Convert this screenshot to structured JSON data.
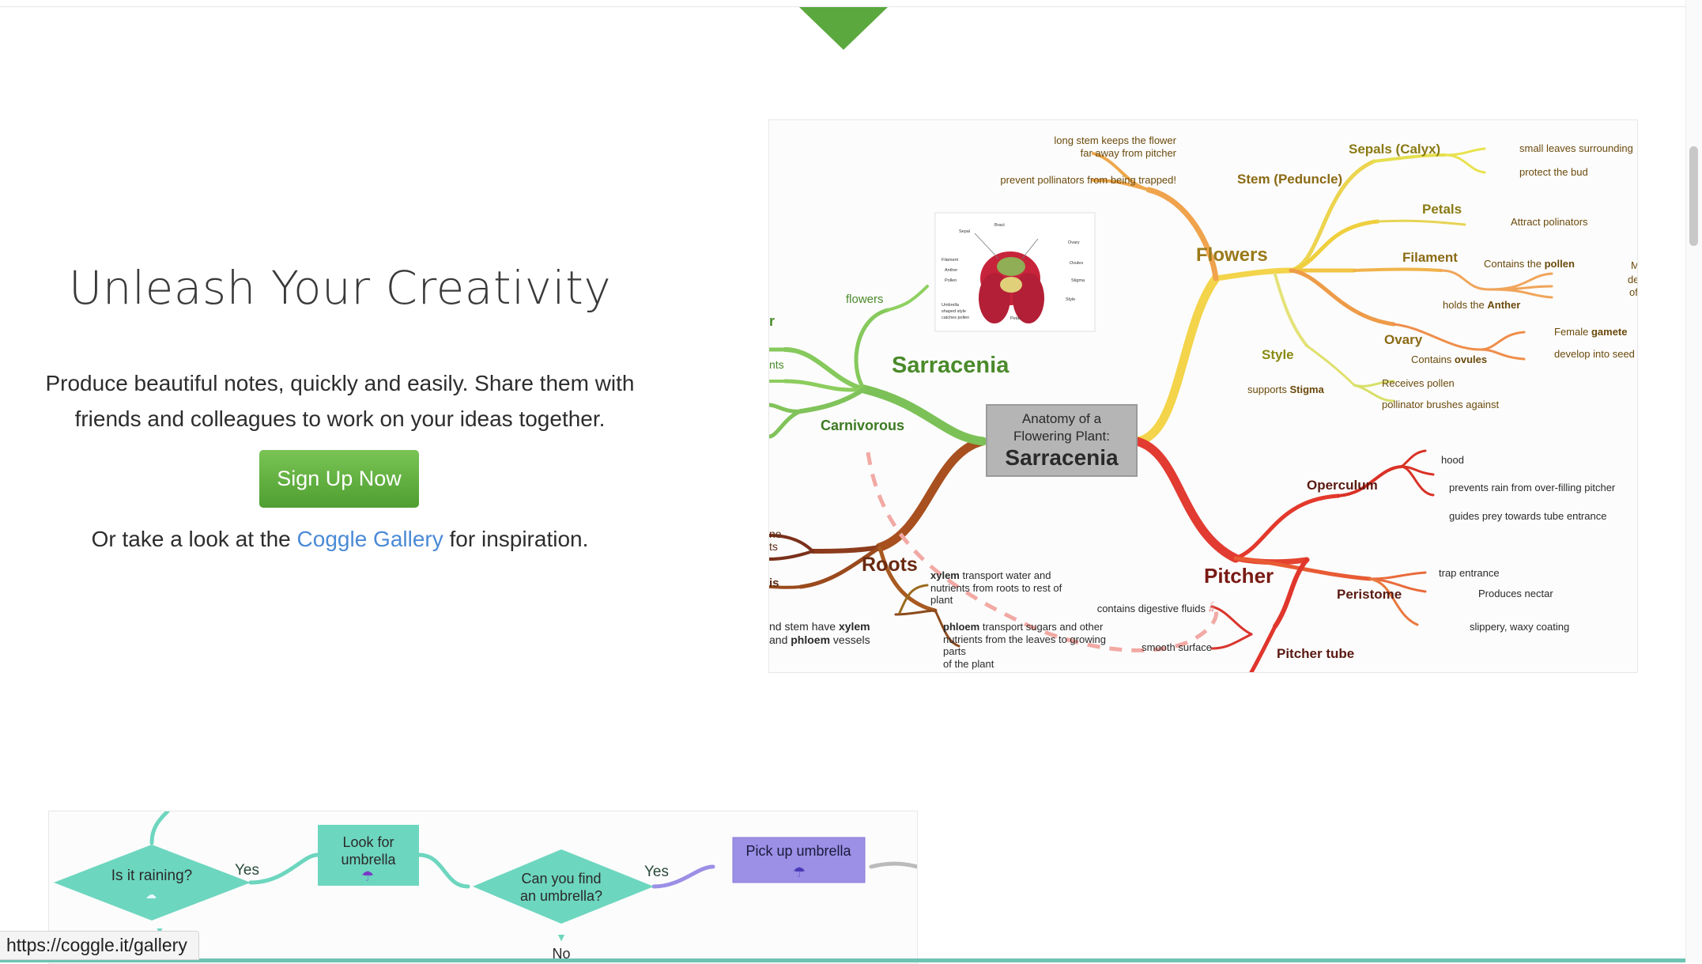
{
  "hero": {
    "title": "Unleash Your Creativity",
    "subtitle_line1": "Produce beautiful notes, quickly and easily. Share them with",
    "subtitle_line2": "friends and colleagues to work on your ideas together.",
    "signup_label": "Sign Up Now",
    "gallery_prefix": "Or take a look at the ",
    "gallery_link": "Coggle Gallery",
    "gallery_suffix": " for inspiration."
  },
  "mindmap": {
    "center": {
      "line1": "Anatomy of a",
      "line2": "Flowering Plant:",
      "title": "Sarracenia"
    },
    "flowers": {
      "label": "Flowers",
      "stem": "Stem (Peduncle)",
      "stem_note1a": "long stem keeps the flower",
      "stem_note1b": "far away from pitcher",
      "stem_note2": "prevent pollinators from being trapped!",
      "sepals": "Sepals (Calyx)",
      "sepals_note1": "small leaves surrounding",
      "sepals_note2": "protect the bud",
      "petals": "Petals",
      "petals_note": "Attract polinators",
      "filament": "Filament",
      "filament_note": "Contains the ",
      "filament_note_bold": "pollen",
      "anther_note": "holds the ",
      "anther_bold": "Anther",
      "frag1": "M",
      "frag2": "de",
      "frag3": "of",
      "ovary": "Ovary",
      "ovary_note": "Contains ",
      "ovary_bold": "ovules",
      "ovary_gamete": "Female ",
      "ovary_gamete_bold": "gamete",
      "ovary_seed": "develop into seed",
      "style": "Style",
      "style_note": "supports ",
      "style_bold": "Stigma",
      "stigma_note1": "Receives pollen",
      "stigma_note2": "pollinator brushes against"
    },
    "sarracenia": {
      "label": "Sarracenia",
      "flowers_note": "flowers",
      "carnivorous": "Carnivorous",
      "frag_r": "r",
      "frag_nts": "nts"
    },
    "roots": {
      "label": "Roots",
      "xylem_bold": "xylem",
      "xylem_rest1": " transport water and",
      "xylem_rest2": "nutrients from roots to rest of",
      "xylem_rest3": "plant",
      "phloem_bold": "phloem",
      "phloem_rest1": " transport sugars and other",
      "phloem_rest2": "nutrients from the leaves to growing",
      "phloem_rest3": "parts",
      "phloem_rest4": "of the plant",
      "stem_a": "nd stem have ",
      "stem_xylem": "xylem",
      "stem_b": "and ",
      "stem_phloem": "phloem",
      "stem_c": " vessels",
      "frag_ne": "ne",
      "frag_ts": "ts",
      "frag_is": "is"
    },
    "pitcher": {
      "label": "Pitcher",
      "operculum": "Operculum",
      "op_hood": "hood",
      "op_rain": "prevents rain from over-filling pitcher",
      "op_guides": "guides prey towards tube entrance",
      "peristome": "Peristome",
      "per_trap": "trap entrance",
      "per_nectar": "Produces nectar",
      "per_slippery": "slippery, waxy coating",
      "tube": "Pitcher tube",
      "tube_fluids": "contains digestive fluids",
      "tube_hash": "#",
      "tube_smooth": "smooth surface"
    },
    "diagram": {
      "sepal": "Sepal",
      "bract": "Bract",
      "ovary": "Ovary",
      "filament": "Filament",
      "ovules": "Ovules",
      "anther": "Anther",
      "stigma": "Stigma",
      "pollen": "Pollen",
      "style": "Style",
      "umbrella1": "Umbrella",
      "umbrella2": "shaped style",
      "umbrella3": "catches pollen",
      "petal": "Petal"
    }
  },
  "flowchart": {
    "raining": "Is it raining?",
    "yes1": "Yes",
    "look1": "Look for",
    "look2": "umbrella",
    "find1": "Can you find",
    "find2": "an umbrella?",
    "yes2": "Yes",
    "pick": "Pick up umbrella",
    "no": "No"
  },
  "status": {
    "url": "https://coggle.it/gallery"
  },
  "colors": {
    "accent_green": "#5aa83e",
    "link_blue": "#4a8ad6",
    "flow_teal": "#6dd6bf",
    "flow_purple": "#9b8fe6"
  }
}
